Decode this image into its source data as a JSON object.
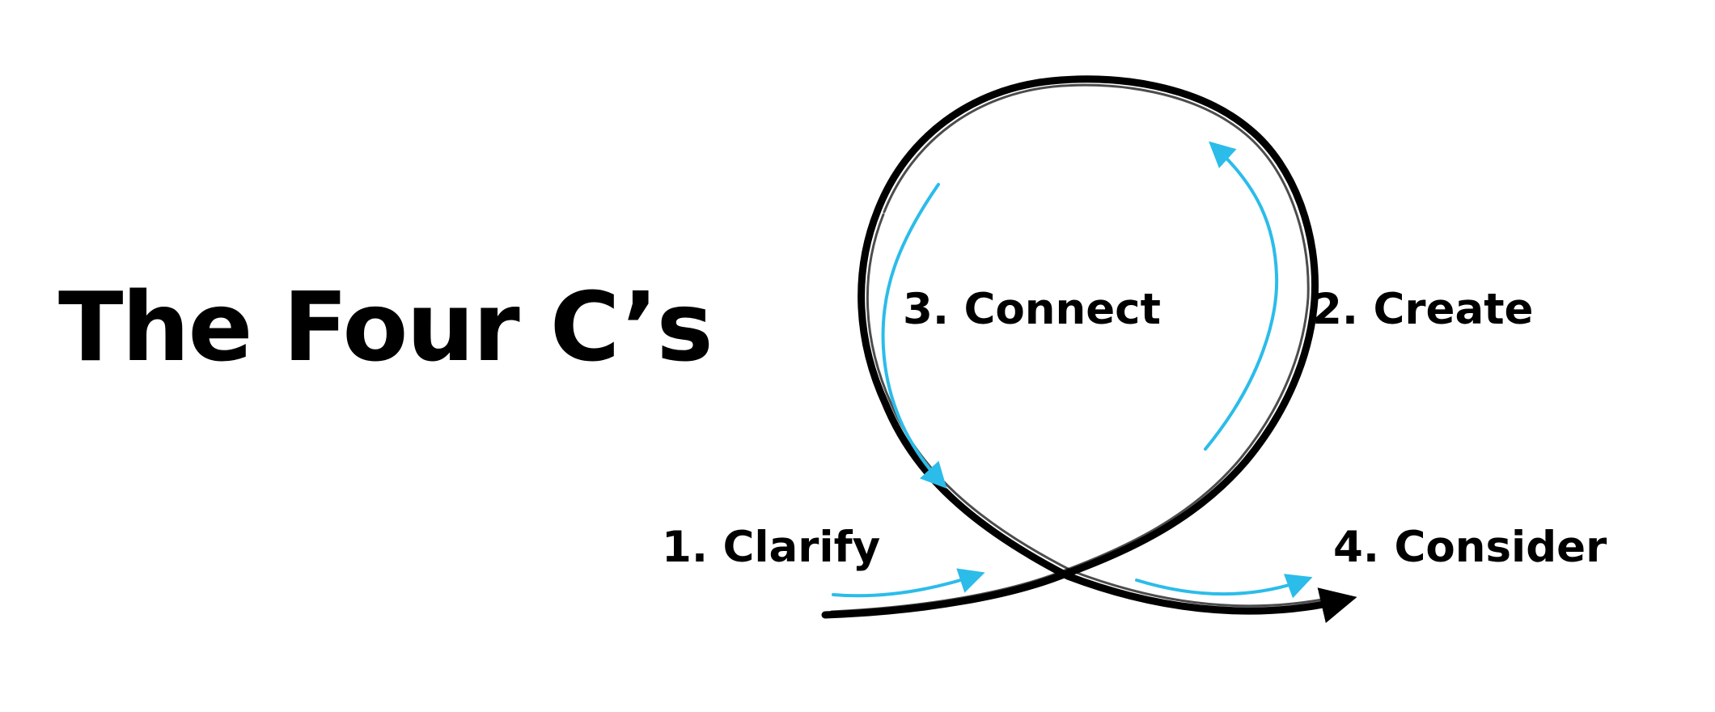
{
  "title": "The Four C’s",
  "steps": [
    {
      "label": "1. Clarify"
    },
    {
      "label": "2. Create"
    },
    {
      "label": "3. Connect"
    },
    {
      "label": "4. Consider"
    }
  ],
  "colors": {
    "loop": "#000000",
    "arrows": "#2bbcea",
    "text": "#000000",
    "background": "#ffffff"
  }
}
